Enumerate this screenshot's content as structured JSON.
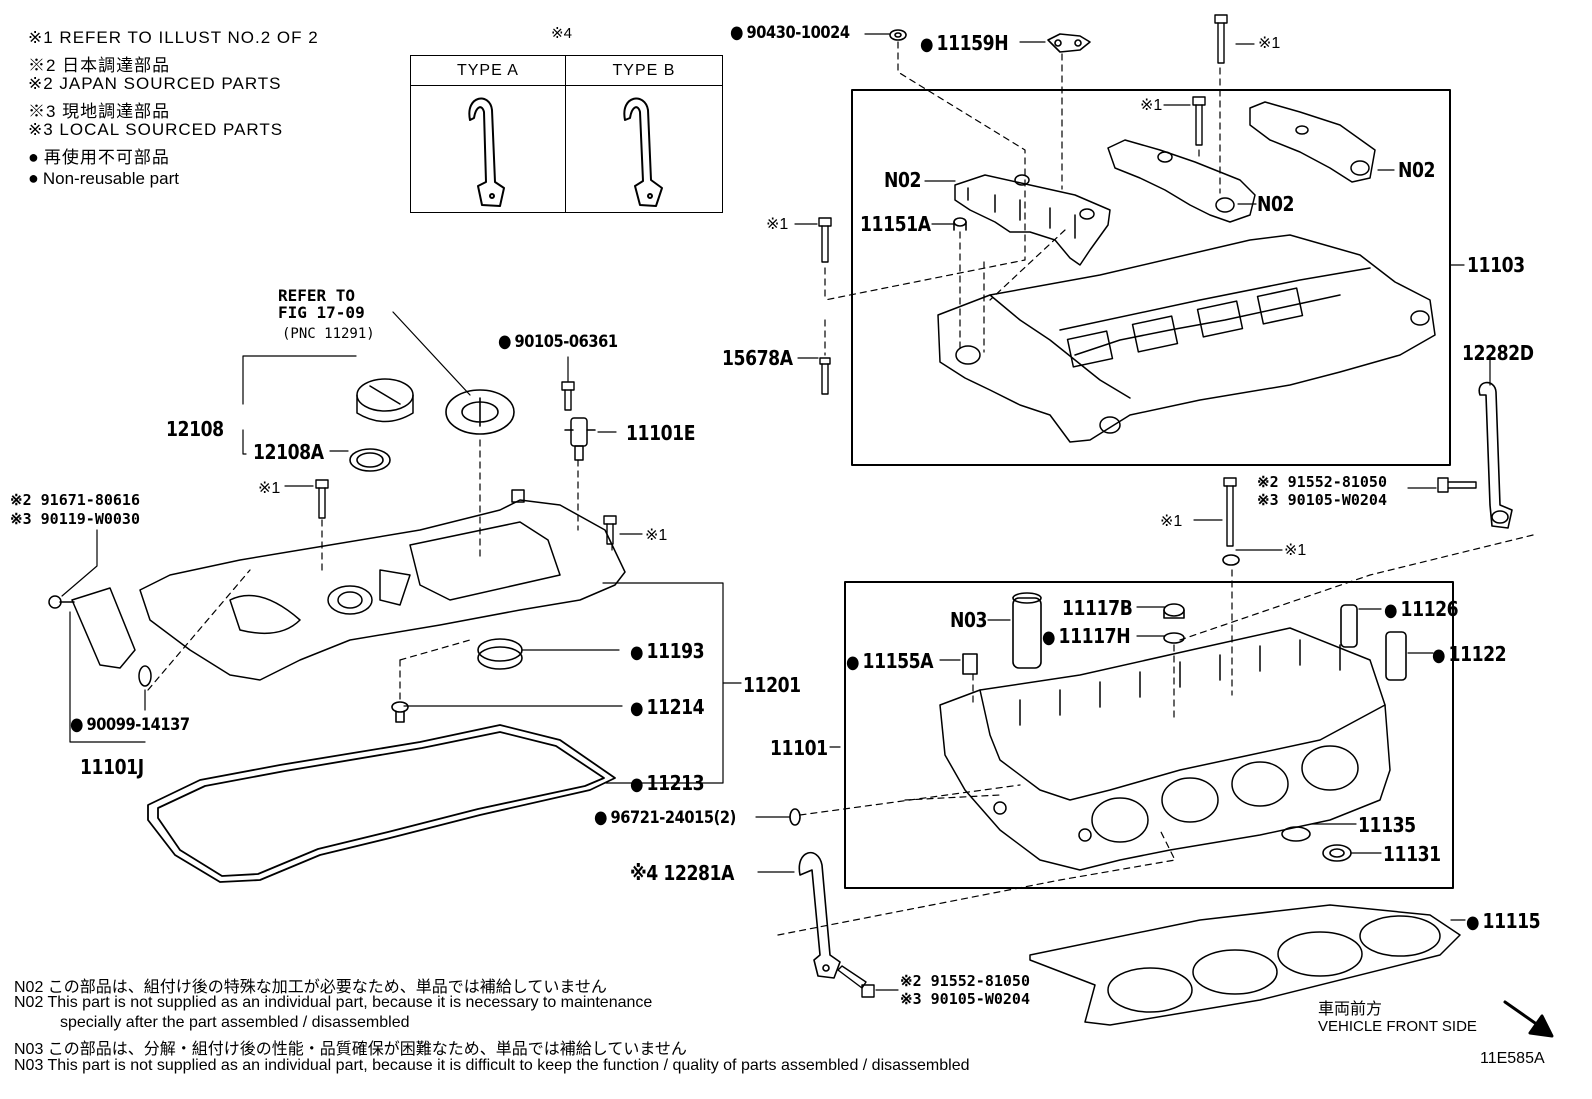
{
  "legend": {
    "l1": "※1 REFER TO ILLUST NO.2 OF 2",
    "l2": "※2 日本調達部品",
    "l3": "※2 JAPAN SOURCED PARTS",
    "l4": "※3 現地調達部品",
    "l5": "※3 LOCAL SOURCED PARTS",
    "l6": "再使用不可部品",
    "l7": "Non-reusable part"
  },
  "type_table": {
    "mark": "※4",
    "col_a": "TYPE A",
    "col_b": "TYPE B"
  },
  "refer": {
    "line1": "REFER TO",
    "line2": "FIG 17-09",
    "line3": "(PNC 11291)"
  },
  "parts": {
    "p90430": "90430-10024",
    "p11159H": "11159H",
    "p_x1_top": "※1",
    "p_x1_b": "※1",
    "pN02a": "N02",
    "pN02b": "N02",
    "pN02c": "N02",
    "p_x1_c": "※1",
    "p11151A": "11151A",
    "p11103": "11103",
    "p15678A": "15678A",
    "p12282D": "12282D",
    "p90105_06361": "90105-06361",
    "p12108": "12108",
    "p12108A": "12108A",
    "p11101E": "11101E",
    "p_x2_91671": "※2 91671-80616",
    "p_x3_90119": "※3 90119-W0030",
    "p_x1_d": "※1",
    "p_x1_e": "※1",
    "p_x2_91552a": "※2 91552-81050",
    "p_x3_90105a": "※3 90105-W0204",
    "p_x1_f": "※1",
    "p_x1_g": "※1",
    "pN03": "N03",
    "p11117B": "11117B",
    "p11117H": "11117H",
    "p11126": "11126",
    "p11122": "11122",
    "p11155A": "11155A",
    "p11193": "11193",
    "p11201": "11201",
    "p11214": "11214",
    "p90099": "90099-14137",
    "p11101J": "11101J",
    "p11101": "11101",
    "p11213": "11213",
    "p96721": "96721-24015(2)",
    "p11135": "11135",
    "p11131": "11131",
    "p12281A": "※4 12281A",
    "p11115": "11115",
    "p_x2_91552b": "※2 91552-81050",
    "p_x3_90105b": "※3 90105-W0204"
  },
  "front": {
    "jp": "車両前方",
    "en": "VEHICLE FRONT SIDE"
  },
  "notes": {
    "n1": "N02  この部品は、組付け後の特殊な加工が必要なため、単品では補給していません",
    "n2": "N02  This part is not supplied as an individual part, because it is necessary to maintenance",
    "n2b": "specially after the part assembled / disassembled",
    "n3": "N03  この部品は、分解・組付け後の性能・品質確保が困難なため、単品では補給していません",
    "n4": "N03  This part is not supplied as an individual part, because it is difficult to keep the function / quality of parts  assembled / disassembled"
  },
  "fig_id": "11E585A"
}
